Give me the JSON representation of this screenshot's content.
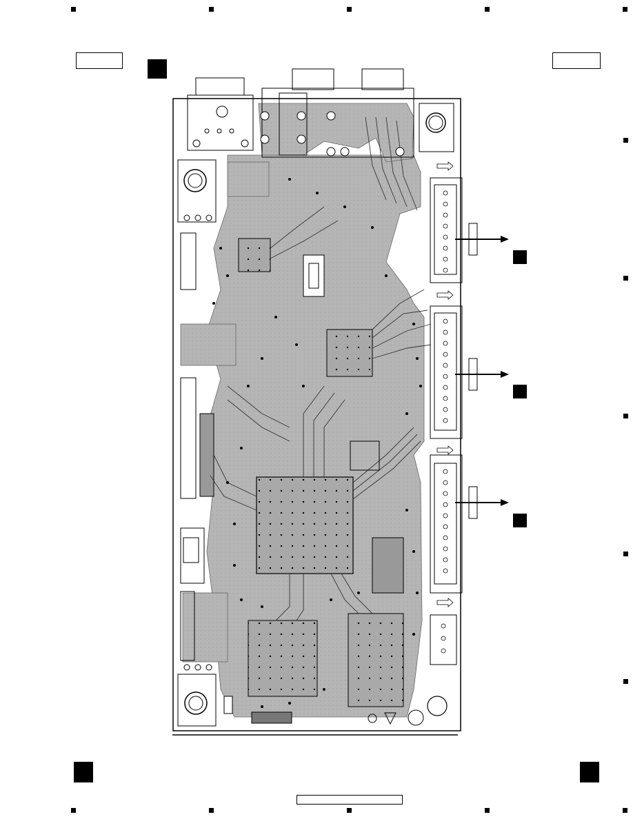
{
  "page": {
    "header_left_box": "",
    "header_right_box": "",
    "footer_box": ""
  },
  "board": {
    "connector_arrows": [
      "to-section-1",
      "to-section-2",
      "to-section-3"
    ]
  },
  "colors": {
    "copper": "#b5b5b5",
    "trace_outline": "#555555",
    "ink": "#000000"
  },
  "icons": [
    "registration-mark-icon",
    "arrow-right-icon",
    "warning-triangle-icon",
    "ul-mark-icon"
  ]
}
